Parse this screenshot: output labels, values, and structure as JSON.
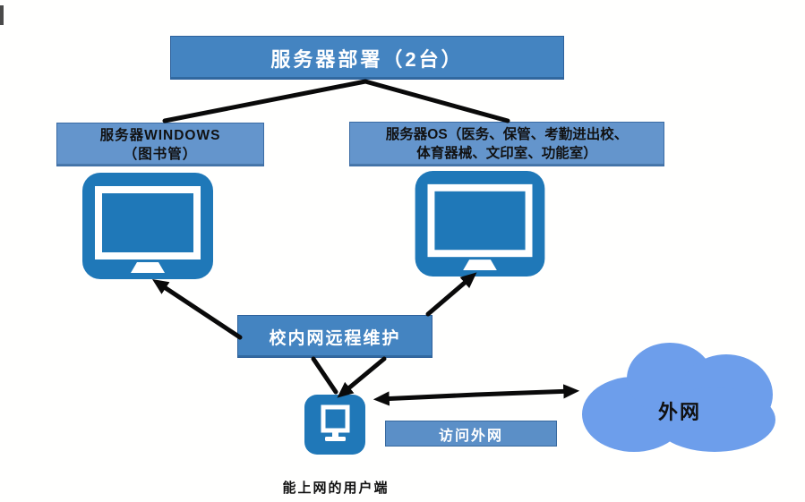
{
  "diagram": {
    "nodes": {
      "title_box": "服务器部署（2台）",
      "windows_server_box": {
        "line1": "服务器WINDOWS",
        "line2": "（图书管）"
      },
      "os_server_box": {
        "line1": "服务器OS（医务、保管、考勤进出校、",
        "line2": "体育器械、文印室、功能室）"
      },
      "maintenance_box": "校内网远程维护",
      "client_label": "能上网的用户端",
      "access_label": "访问外网",
      "cloud_label": "外网"
    },
    "icons": [
      "monitor-icon",
      "monitor-icon",
      "client-computer-icon",
      "cloud-icon"
    ],
    "connectors": [
      "title-to-windows-line",
      "title-to-os-line",
      "maintenance-to-left-monitor-arrow",
      "maintenance-to-right-monitor-arrow",
      "maintenance-to-client-line",
      "maintenance-to-client-arrow",
      "client-cloud-double-arrow"
    ],
    "colors": {
      "dark_box": "#4484c1",
      "light_box": "#6495cc",
      "monitor_blue": "#1f78b8",
      "cloud_blue": "#6d9eeb",
      "arrow": "#0a0a0a",
      "text_dark": "#111111",
      "text_light": "#ffffff"
    }
  }
}
